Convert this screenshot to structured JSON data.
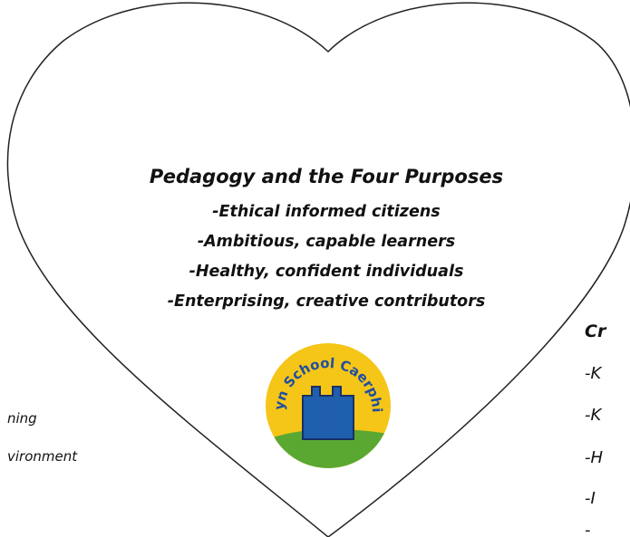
{
  "heart": {
    "title": "Pedagogy and the Four Purposes",
    "purposes": [
      "-Ethical informed citizens",
      "-Ambitious, capable learners",
      "-Healthy, confident individuals",
      "-Enterprising, creative contributors"
    ]
  },
  "logo": {
    "text": "Twyn School Caerphilly",
    "colors": {
      "ring": "#f5c518",
      "tower": "#1f5fae",
      "hill": "#5aa832",
      "tower_outline": "#1a2f66"
    }
  },
  "left_fragment": {
    "lines": [
      "ning",
      "vironment"
    ]
  },
  "right_fragment": {
    "heading": "Cr",
    "lines": [
      "-K",
      "-K",
      "-H",
      "-I",
      "-"
    ]
  }
}
